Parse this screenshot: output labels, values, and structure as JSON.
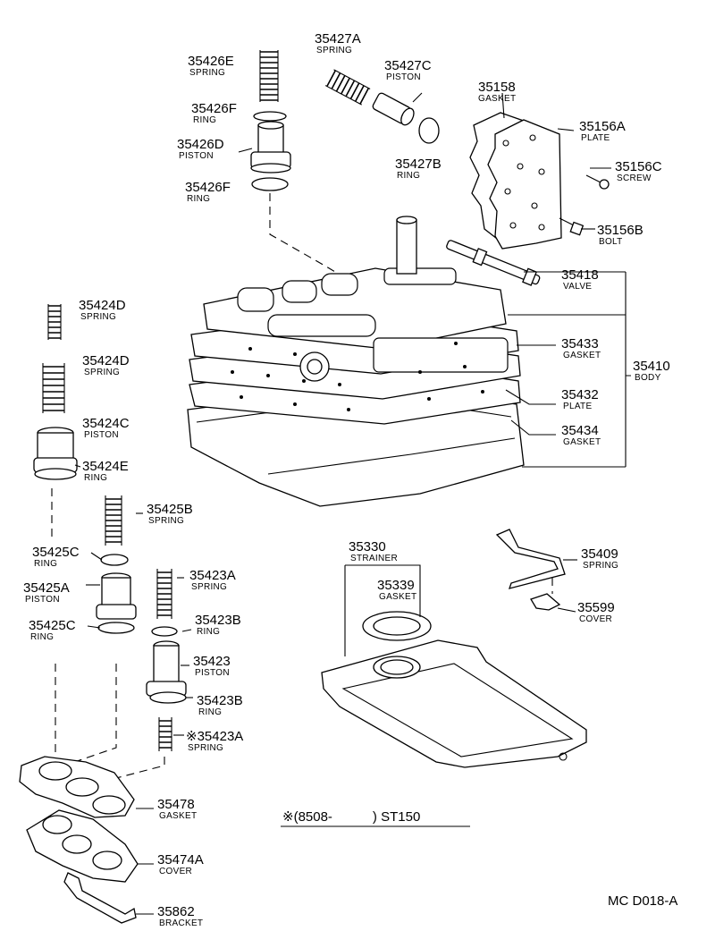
{
  "parts": [
    {
      "id": "p35426E",
      "number": "35426E",
      "name": "SPRING"
    },
    {
      "id": "p35426F_top",
      "number": "35426F",
      "name": "RING"
    },
    {
      "id": "p35426D",
      "number": "35426D",
      "name": "PISTON"
    },
    {
      "id": "p35426F_bot",
      "number": "35426F",
      "name": "RING"
    },
    {
      "id": "p35427A",
      "number": "35427A",
      "name": "SPRING"
    },
    {
      "id": "p35427C",
      "number": "35427C",
      "name": "PISTON"
    },
    {
      "id": "p35427B",
      "number": "35427B",
      "name": "RING"
    },
    {
      "id": "p35158",
      "number": "35158",
      "name": "GASKET"
    },
    {
      "id": "p35156A",
      "number": "35156A",
      "name": "PLATE"
    },
    {
      "id": "p35156C",
      "number": "35156C",
      "name": "SCREW"
    },
    {
      "id": "p35156B",
      "number": "35156B",
      "name": "BOLT"
    },
    {
      "id": "p35418",
      "number": "35418",
      "name": "VALVE"
    },
    {
      "id": "p35433",
      "number": "35433",
      "name": "GASKET"
    },
    {
      "id": "p35410",
      "number": "35410",
      "name": "BODY"
    },
    {
      "id": "p35432",
      "number": "35432",
      "name": "PLATE"
    },
    {
      "id": "p35434",
      "number": "35434",
      "name": "GASKET"
    },
    {
      "id": "p35424D_a",
      "number": "35424D",
      "name": "SPRING"
    },
    {
      "id": "p35424D_b",
      "number": "35424D",
      "name": "SPRING"
    },
    {
      "id": "p35424C",
      "number": "35424C",
      "name": "PISTON"
    },
    {
      "id": "p35424E",
      "number": "35424E",
      "name": "RING"
    },
    {
      "id": "p35425B",
      "number": "35425B",
      "name": "SPRING"
    },
    {
      "id": "p35425C_a",
      "number": "35425C",
      "name": "RING"
    },
    {
      "id": "p35425A",
      "number": "35425A",
      "name": "PISTON"
    },
    {
      "id": "p35425C_b",
      "number": "35425C",
      "name": "RING"
    },
    {
      "id": "p35423A_a",
      "number": "35423A",
      "name": "SPRING"
    },
    {
      "id": "p35423B_a",
      "number": "35423B",
      "name": "RING"
    },
    {
      "id": "p35423",
      "number": "35423",
      "name": "PISTON"
    },
    {
      "id": "p35423B_b",
      "number": "35423B",
      "name": "RING"
    },
    {
      "id": "p35423A_b",
      "number": "※35423A",
      "name": "SPRING"
    },
    {
      "id": "p35330",
      "number": "35330",
      "name": "STRAINER"
    },
    {
      "id": "p35339",
      "number": "35339",
      "name": "GASKET"
    },
    {
      "id": "p35409",
      "number": "35409",
      "name": "SPRING"
    },
    {
      "id": "p35599",
      "number": "35599",
      "name": "COVER"
    },
    {
      "id": "p35478",
      "number": "35478",
      "name": "GASKET"
    },
    {
      "id": "p35474A",
      "number": "35474A",
      "name": "COVER"
    },
    {
      "id": "p35862",
      "number": "35862",
      "name": "BRACKET"
    }
  ],
  "notes": {
    "applicability": "※(8508-　　　) ST150",
    "diagram_code": "MC D018-A"
  }
}
